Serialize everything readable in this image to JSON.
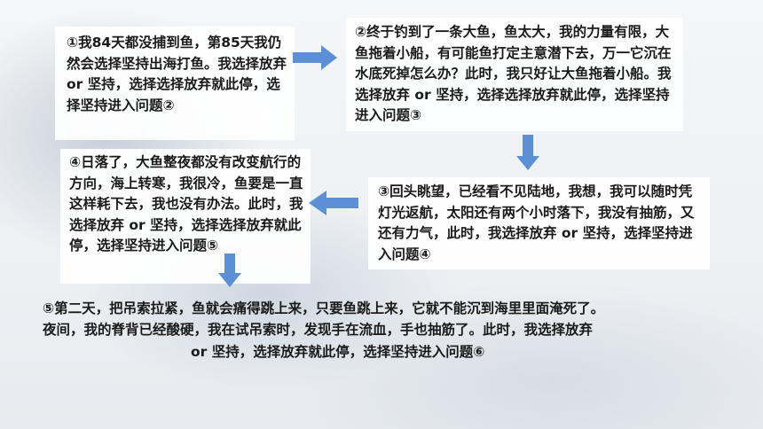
{
  "steps": {
    "s1": "①我84天都没捕到鱼，第85天我仍然会选择坚持出海打鱼。我选择放弃 or 坚持，选择选择放弃就此停，选择坚持进入问题②",
    "s2": "②终于钓到了一条大鱼，鱼太大，我的力量有限，大鱼拖着小船，有可能鱼打定主意潜下去，万一它沉在水底死掉怎么办？此时，我只好让大鱼拖着小船。我选择放弃 or 坚持，选择选择放弃就此停，选择坚持进入问题③",
    "s3": "③回头眺望，已经看不见陆地，我想，我可以随时凭灯光返航，太阳还有两个小时落下，我没有抽筋，又还有力气，此时，我选择放弃 or 坚持，选择坚持进入问题④",
    "s4": "④日落了，大鱼整夜都没有改变航行的方向，海上转寒，我很冷，鱼要是一直这样耗下去，我也没有办法。此时，我选择放弃 or 坚持，选择选择放弃就此停，选择坚持进入问题⑤",
    "s5_line1": "⑤第二天，把吊索拉紧，鱼就会痛得跳上来，只要鱼跳上来，它就不能沉到海里里面淹死了。",
    "s5_line2": "夜间，我的脊背已经酸硬，我在试吊索时，发现手在流血，手也抽筋了。此时，我选择放弃",
    "s5_line3": "or 坚持，选择放弃就此停，选择坚持进入问题⑥"
  },
  "colors": {
    "arrow": "#5b8fd6",
    "text": "#1a1a1a"
  }
}
